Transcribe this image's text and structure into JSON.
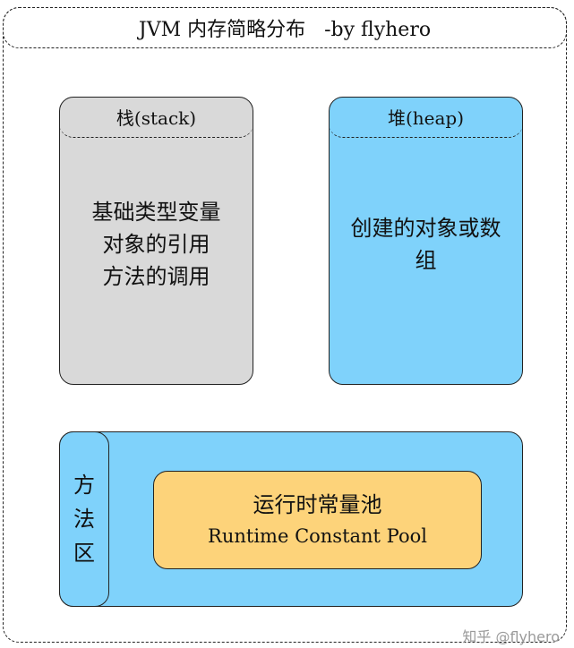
{
  "title": "JVM 内存简略分布   -by flyhero",
  "stack": {
    "header": "栈(stack)",
    "lines": [
      "基础类型变量",
      "对象的引用",
      "方法的调用"
    ],
    "color": "#d9d9d9"
  },
  "heap": {
    "header": "堆(heap)",
    "lines": [
      "创建的对象或数",
      "组"
    ],
    "color": "#7fd2fb"
  },
  "method_area": {
    "label_chars": [
      "方",
      "法",
      "区"
    ],
    "color": "#7fd2fb",
    "pool": {
      "zh": "运行时常量池",
      "en": "Runtime Constant Pool",
      "color": "#fdd37a"
    }
  },
  "watermark": "知乎 @flyhero"
}
